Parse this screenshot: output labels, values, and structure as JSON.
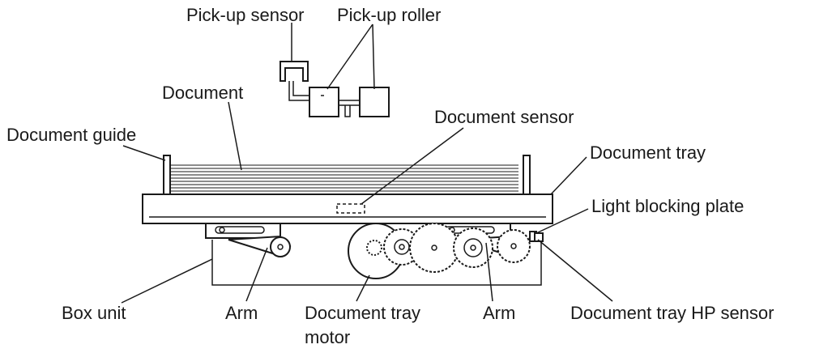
{
  "diagram": {
    "labels": {
      "pickup_sensor": "Pick-up sensor",
      "pickup_roller": "Pick-up roller",
      "document": "Document",
      "document_sensor": "Document sensor",
      "document_guide": "Document guide",
      "document_tray": "Document tray",
      "light_blocking_plate": "Light blocking plate",
      "box_unit": "Box unit",
      "arm_left": "Arm",
      "tray_motor_line1": "Document tray",
      "tray_motor_line2": "motor",
      "arm_right": "Arm",
      "tray_hp_sensor": "Document tray HP sensor"
    },
    "colors": {
      "line": "#1a1a1a",
      "background": "#ffffff"
    }
  }
}
